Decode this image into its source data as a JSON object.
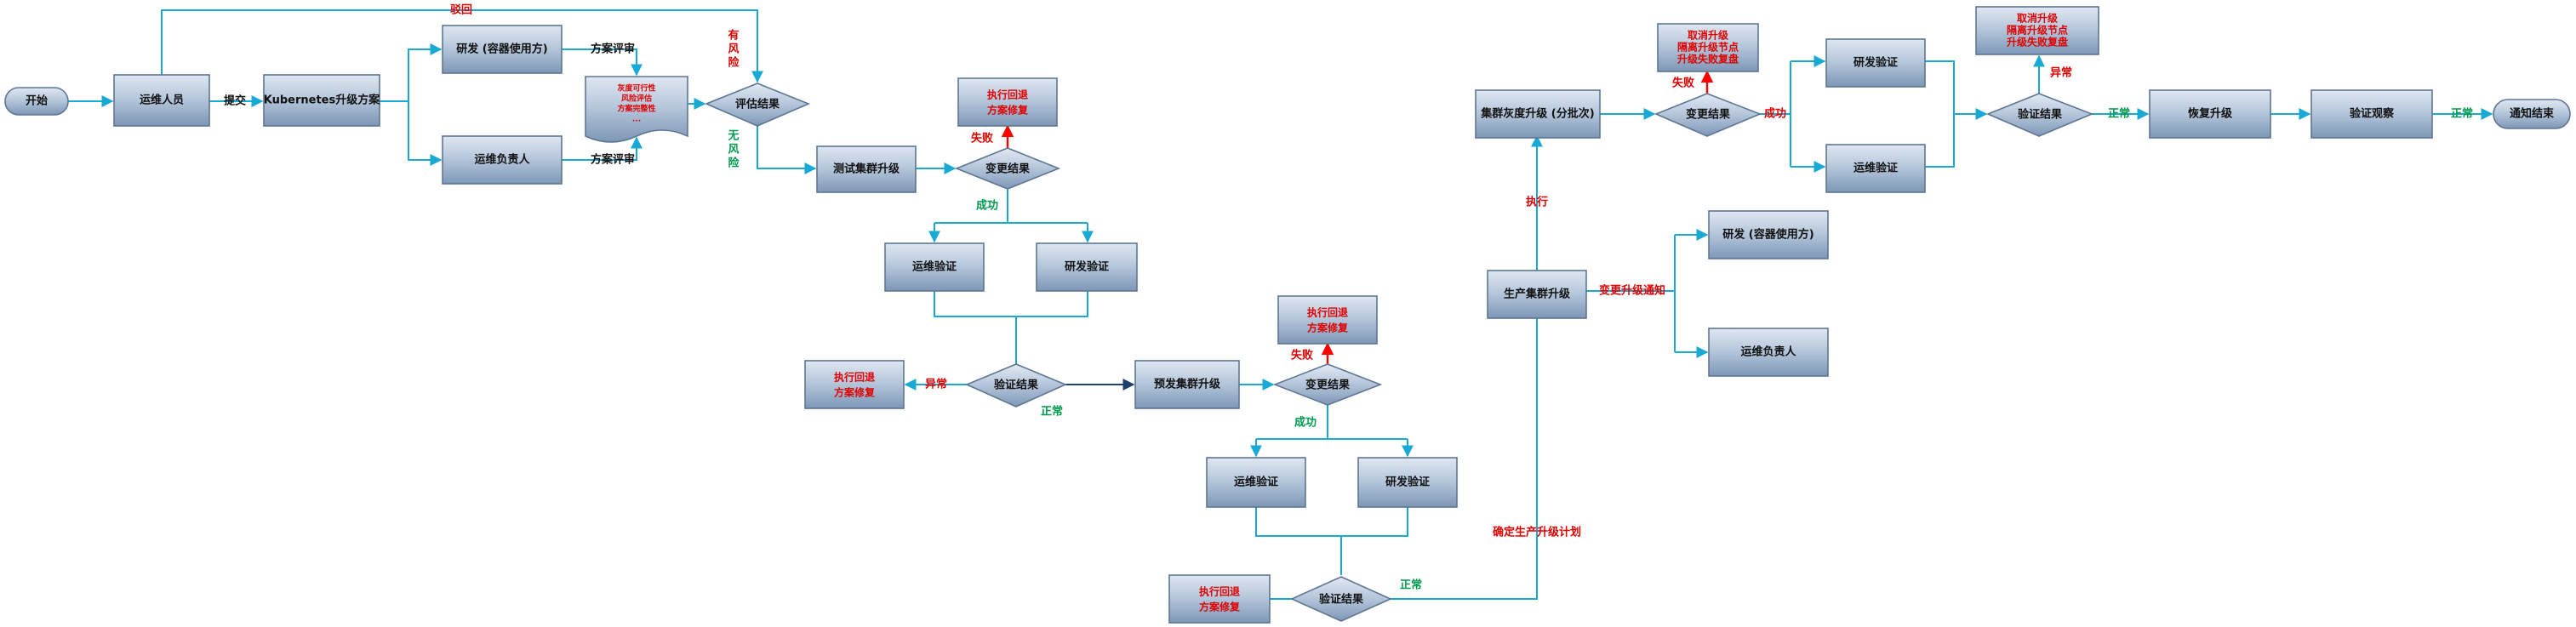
{
  "colors": {
    "red": "#e00000",
    "green": "#00994d",
    "black": "#111111",
    "cyan": "#19a9d5"
  },
  "nodes": {
    "start": "开始",
    "ops_person": "运维人员",
    "k8s_plan": "Kubernetes升级方案",
    "dev_container": "研发 (容器使用方)",
    "ops_lead": "运维负责人",
    "doc_lines": [
      "灰度可行性",
      "风险评估",
      "方案完整性",
      "..."
    ],
    "eval_result": "评估结果",
    "test_upgrade": "测试集群升级",
    "change_result_1": "变更结果",
    "rollback_1_lines": [
      "执行回退",
      "方案修复"
    ],
    "ops_verify_1": "运维验证",
    "dev_verify_1": "研发验证",
    "verify_result_1": "验证结果",
    "rollback_2_lines": [
      "执行回退",
      "方案修复"
    ],
    "pre_upgrade": "预发集群升级",
    "change_result_2": "变更结果",
    "rollback_3_lines": [
      "执行回退",
      "方案修复"
    ],
    "ops_verify_2": "运维验证",
    "dev_verify_2": "研发验证",
    "verify_result_2": "验证结果",
    "rollback_4_lines": [
      "执行回退",
      "方案修复"
    ],
    "prod_upgrade": "生产集群升级",
    "dev_container_2": "研发 (容器使用方)",
    "ops_lead_2": "运维负责人",
    "gray_upgrade": "集群灰度升级 (分批次)",
    "change_result_3": "变更结果",
    "cancel_1_lines": [
      "取消升级",
      "隔离升级节点",
      "升级失败复盘"
    ],
    "dev_verify_3": "研发验证",
    "ops_verify_3": "运维验证",
    "verify_result_3": "验证结果",
    "cancel_2_lines": [
      "取消升级",
      "隔离升级节点",
      "升级失败复盘"
    ],
    "restore_upgrade": "恢复升级",
    "verify_observe": "验证观察",
    "notify_end": "通知结束"
  },
  "labels": {
    "reject": "驳回",
    "submit": "提交",
    "review_1": "方案评审",
    "review_2": "方案评审",
    "has_risk_lines": [
      "有",
      "风",
      "险"
    ],
    "no_risk_lines": [
      "无",
      "风",
      "险"
    ],
    "fail_1": "失败",
    "success_1": "成功",
    "abnormal_1": "异常",
    "normal_1": "正常",
    "fail_2": "失败",
    "success_2": "成功",
    "normal_2": "正常",
    "confirm_plan": "确定生产升级计划",
    "execute": "执行",
    "notify_prod": "变更升级通知",
    "fail_3": "失败",
    "success_3": "成功",
    "abnormal_3": "异常",
    "normal_3": "正常",
    "normal_4": "正常"
  }
}
